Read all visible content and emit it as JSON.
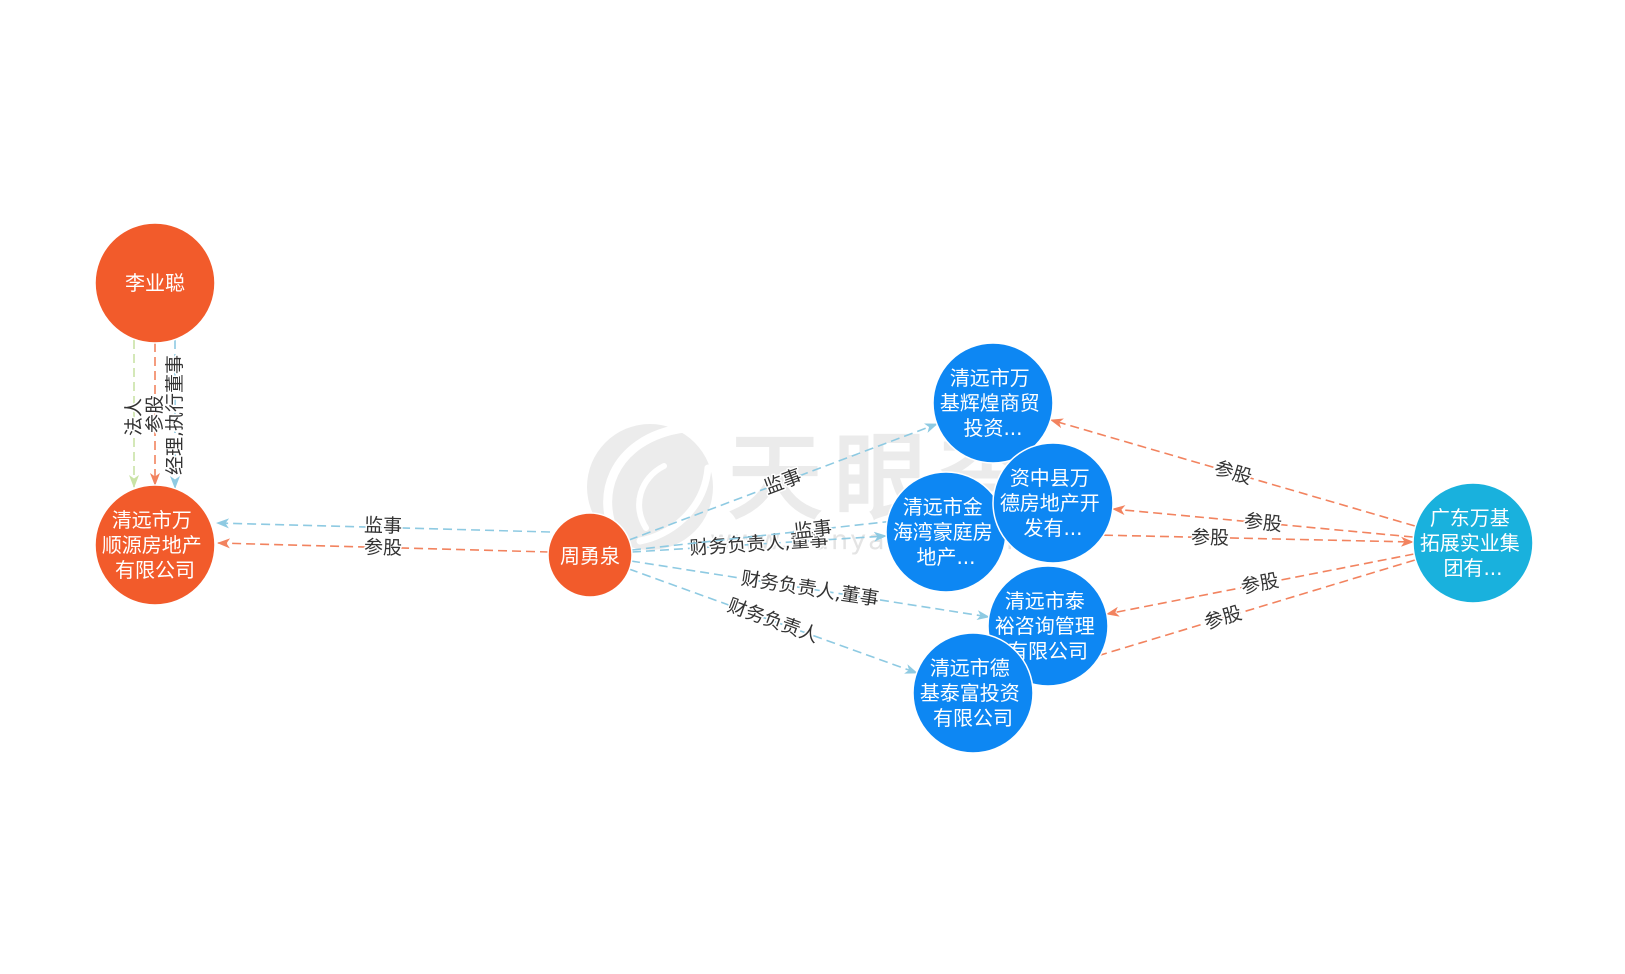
{
  "app": {
    "watermark_brand": "天眼查",
    "watermark_url": "www.tianyancha.com"
  },
  "colors": {
    "background": "#ffffff",
    "person_node": "#f25b2b",
    "company_node": "#0d87f3",
    "focus_company_node": "#19b1dd",
    "edge_position": "#8ecae2",
    "edge_shareholding": "#f2835f",
    "edge_legal_rep": "#c9e3a6",
    "node_text": "#ffffff",
    "edge_label_text": "#333333",
    "watermark": "#ebebeb",
    "watermark_url": "#e4e4e4"
  },
  "nodes": [
    {
      "name": "李业聪",
      "kind": "person",
      "color": "#f25b2b",
      "lines": [
        "李业聪"
      ]
    },
    {
      "name": "清远市万顺源房地产有限公司",
      "kind": "company",
      "color": "#f25b2b",
      "lines": [
        "清远市万",
        "顺源房地产",
        "有限公司"
      ]
    },
    {
      "name": "周勇泉",
      "kind": "person",
      "color": "#f25b2b",
      "lines": [
        "周勇泉"
      ]
    },
    {
      "name": "清远市万基辉煌商贸投资...",
      "kind": "company",
      "color": "#0d87f3",
      "lines": [
        "清远市万",
        "基辉煌商贸",
        "投资..."
      ]
    },
    {
      "name": "清远市金海湾豪庭房地产...",
      "kind": "company",
      "color": "#0d87f3",
      "lines": [
        "清远市金",
        "海湾豪庭房",
        "地产..."
      ]
    },
    {
      "name": "资中县万德房地产开发有...",
      "kind": "company",
      "color": "#0d87f3",
      "lines": [
        "资中县万",
        "德房地产开",
        "发有..."
      ]
    },
    {
      "name": "清远市泰裕咨询管理有限公司",
      "kind": "company",
      "color": "#0d87f3",
      "lines": [
        "清远市泰",
        "裕咨询管理",
        "有限公司"
      ]
    },
    {
      "name": "清远市德基泰富投资有限公司",
      "kind": "company",
      "color": "#0d87f3",
      "lines": [
        "清远市德",
        "基泰富投资",
        "有限公司"
      ]
    },
    {
      "name": "广东万基拓展实业集团有...",
      "kind": "company",
      "color": "#19b1dd",
      "lines": [
        "广东万基",
        "拓展实业集",
        "团有..."
      ]
    }
  ],
  "edges": [
    {
      "source": "李业聪",
      "target": "清远市万顺源房地产有限公司",
      "label": "法人",
      "type": "legal_rep",
      "color": "#c9e3a6"
    },
    {
      "source": "李业聪",
      "target": "清远市万顺源房地产有限公司",
      "label": "参股",
      "type": "shareholding",
      "color": "#f2835f"
    },
    {
      "source": "李业聪",
      "target": "清远市万顺源房地产有限公司",
      "label": "经理,执行董事",
      "type": "position",
      "color": "#8ecae2"
    },
    {
      "source": "周勇泉",
      "target": "清远市万顺源房地产有限公司",
      "label": "监事",
      "type": "position",
      "color": "#8ecae2"
    },
    {
      "source": "周勇泉",
      "target": "清远市万顺源房地产有限公司",
      "label": "参股",
      "type": "shareholding",
      "color": "#f2835f"
    },
    {
      "source": "周勇泉",
      "target": "清远市万基辉煌商贸投资...",
      "label": "监事",
      "type": "position",
      "color": "#8ecae2"
    },
    {
      "source": "周勇泉",
      "target": "清远市金海湾豪庭房地产...",
      "label": "财务负责人,董事",
      "type": "position",
      "color": "#8ecae2"
    },
    {
      "source": "周勇泉",
      "target": "资中县万德房地产开发有...",
      "label": "监事",
      "type": "position",
      "color": "#8ecae2"
    },
    {
      "source": "周勇泉",
      "target": "清远市泰裕咨询管理有限公司",
      "label": "财务负责人,董事",
      "type": "position",
      "color": "#8ecae2"
    },
    {
      "source": "周勇泉",
      "target": "清远市德基泰富投资有限公司",
      "label": "财务负责人",
      "type": "position",
      "color": "#8ecae2"
    },
    {
      "source": "广东万基拓展实业集团有...",
      "target": "清远市万基辉煌商贸投资...",
      "label": "参股",
      "type": "shareholding",
      "color": "#f2835f"
    },
    {
      "source": "广东万基拓展实业集团有...",
      "target": "资中县万德房地产开发有...",
      "label": "参股",
      "type": "shareholding",
      "color": "#f2835f"
    },
    {
      "source": "清远市金海湾豪庭房地产...",
      "target": "广东万基拓展实业集团有...",
      "label": "参股",
      "type": "shareholding",
      "color": "#f2835f"
    },
    {
      "source": "广东万基拓展实业集团有...",
      "target": "清远市泰裕咨询管理有限公司",
      "label": "参股",
      "type": "shareholding",
      "color": "#f2835f"
    },
    {
      "source": "广东万基拓展实业集团有...",
      "target": "清远市德基泰富投资有限公司",
      "label": "参股",
      "type": "shareholding",
      "color": "#f2835f"
    }
  ]
}
